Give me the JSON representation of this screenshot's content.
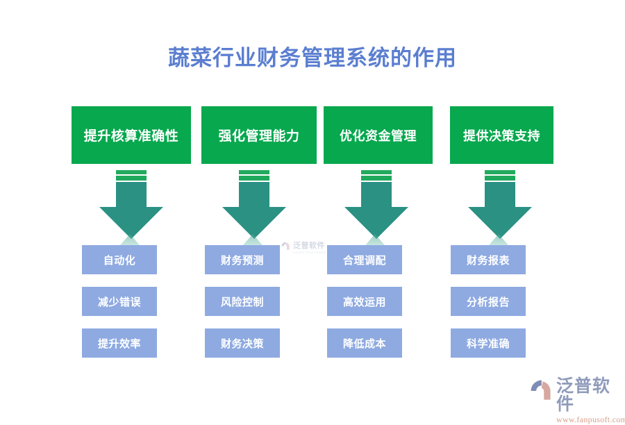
{
  "page": {
    "title": "蔬菜行业财务管理系统的作用",
    "title_color": "#5b7ed0",
    "background": "#ffffff"
  },
  "theme": {
    "green": "#07a84e",
    "arrow_teal": "#2a9183",
    "arrow_stripe_green": "#22ab5e",
    "blue": "#8eaae1",
    "text_light": "#ffffff"
  },
  "columns": [
    {
      "header": "提升核算准确性",
      "arrow": "down-arrow",
      "items": [
        "自动化",
        "减少错误",
        "提升效率"
      ]
    },
    {
      "header": "强化管理能力",
      "arrow": "down-arrow",
      "items": [
        "财务预测",
        "风险控制",
        "财务决策"
      ]
    },
    {
      "header": "优化资金管理",
      "arrow": "down-arrow",
      "items": [
        "合理调配",
        "高效运用",
        "降低成本"
      ]
    },
    {
      "header": "提供决策支持",
      "arrow": "down-arrow",
      "items": [
        "财务报表",
        "分析报告",
        "科学准确"
      ]
    }
  ],
  "watermark": {
    "name": "泛普软件",
    "sub": "FANPU SOFTWARE"
  },
  "logo": {
    "name": "泛普软件",
    "url": "www.fanpusoft.com"
  }
}
